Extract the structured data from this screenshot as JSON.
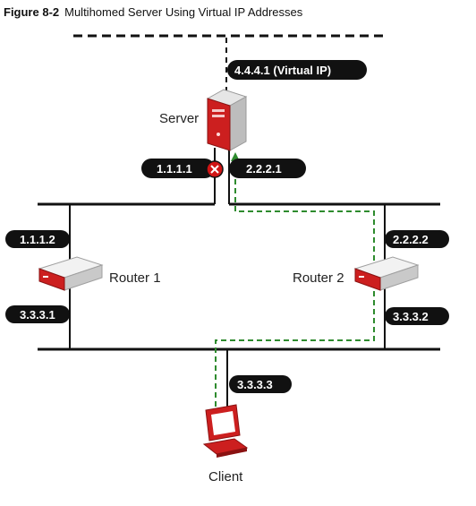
{
  "figure": {
    "number": "Figure 8-2",
    "title": "Multihomed Server Using Virtual IP Addresses"
  },
  "labels": {
    "virtual_ip": "4.4.4.1 (Virtual IP)",
    "server": "Server",
    "server_if1": "1.1.1.1",
    "server_if2": "2.2.2.1",
    "router1": "Router 1",
    "router2": "Router 2",
    "r1_top": "1.1.1.2",
    "r1_bottom": "3.3.3.1",
    "r2_top": "2.2.2.2",
    "r2_bottom": "3.3.3.2",
    "client_ip": "3.3.3.3",
    "client": "Client"
  },
  "status": {
    "failed_interface": "1.1.1.1",
    "failure_icon": "x-fail-icon"
  },
  "colors": {
    "pill": "#111111",
    "line": "#111111",
    "path": "#2e8b2e",
    "device_red": "#cc1f1f",
    "failure": "#d01515"
  }
}
